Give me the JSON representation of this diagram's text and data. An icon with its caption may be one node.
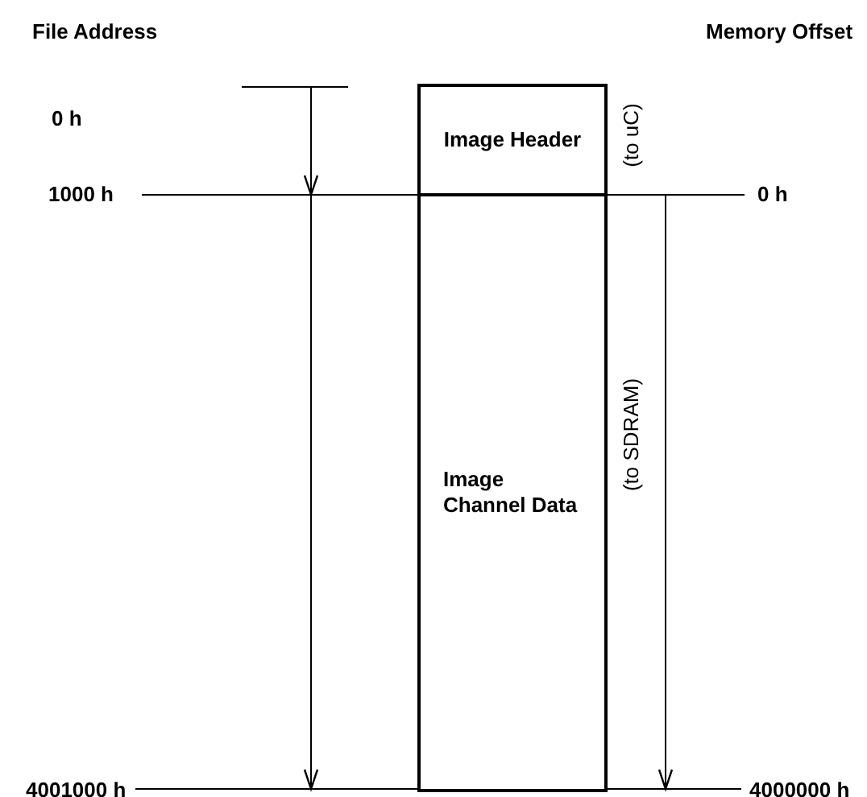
{
  "diagram": {
    "nodes": [
      {
        "text": [
          "Image Header"
        ]
      },
      {
        "text": [
          "Image Channel Data"
        ]
      }
    ],
    "edges": [],
    "labels": [
      "File Address",
      "Memory Offset",
      "0 h",
      "1000 h",
      "4001000 h",
      "(to uC)",
      "0 h",
      "4000000 h",
      "(to SDRAM)"
    ]
  }
}
